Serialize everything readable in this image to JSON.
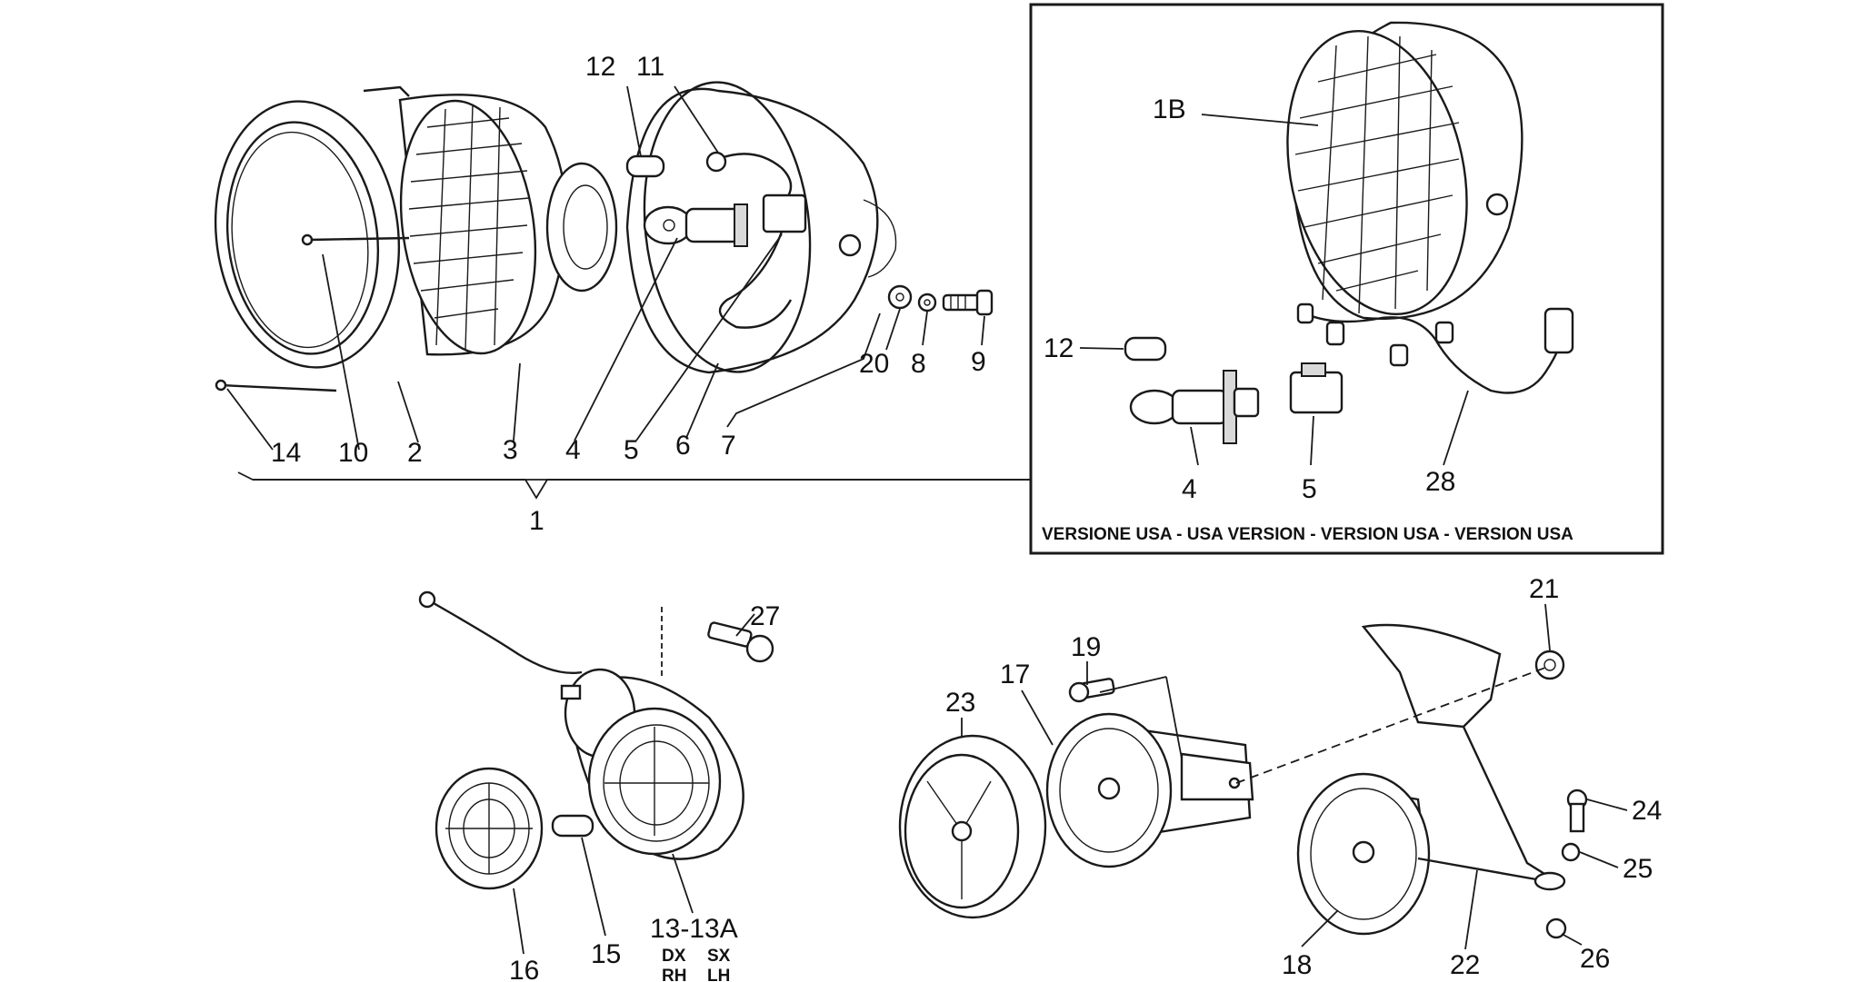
{
  "labels": {
    "l1": "1",
    "l2": "2",
    "l3": "3",
    "l4": "4",
    "l5": "5",
    "l6": "6",
    "l7": "7",
    "l8": "8",
    "l9": "9",
    "l10": "10",
    "l11": "11",
    "l12": "12",
    "l14": "14",
    "l20": "20",
    "l1b": "1B",
    "l12b": "12",
    "l4b": "4",
    "l5b": "5",
    "l28": "28",
    "l13": "13-13A",
    "dx": "DX",
    "rh": "RH",
    "sx": "SX",
    "lh": "LH",
    "l15": "15",
    "l16": "16",
    "l27": "27",
    "l17": "17",
    "l18": "18",
    "l19": "19",
    "l21": "21",
    "l22": "22",
    "l23": "23",
    "l24": "24",
    "l25": "25",
    "l26": "26"
  },
  "inset": {
    "caption": "VERSIONE USA - USA VERSION - VERSION USA - VERSION USA"
  }
}
